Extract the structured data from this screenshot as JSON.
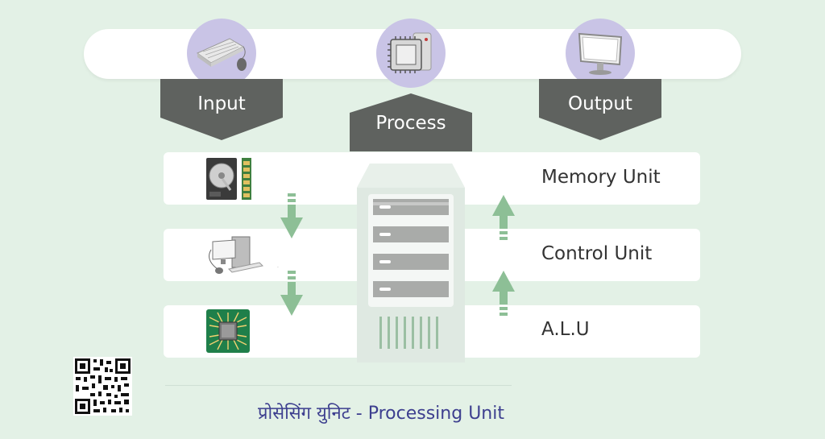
{
  "stages": {
    "input": "Input",
    "process": "Process",
    "output": "Output"
  },
  "units": {
    "memory": "Memory Unit",
    "control": "Control Unit",
    "alu": "A.L.U"
  },
  "caption": "प्रोसेसिंग युनिट - Processing Unit",
  "colors": {
    "background": "#e3f1e6",
    "banner": "#5f625f",
    "circle": "#c9c4e6",
    "arrow": "#8dbf96",
    "caption_text": "#3d3f8f"
  },
  "icons": {
    "input": "keyboard-mouse-icon",
    "process": "cpu-chip-icon",
    "output": "monitor-icon",
    "memory": "hard-disk-ram-icon",
    "control": "desktop-computer-icon",
    "alu": "microchip-icon",
    "server": "server-tower-icon",
    "qr": "qr-code-icon"
  }
}
